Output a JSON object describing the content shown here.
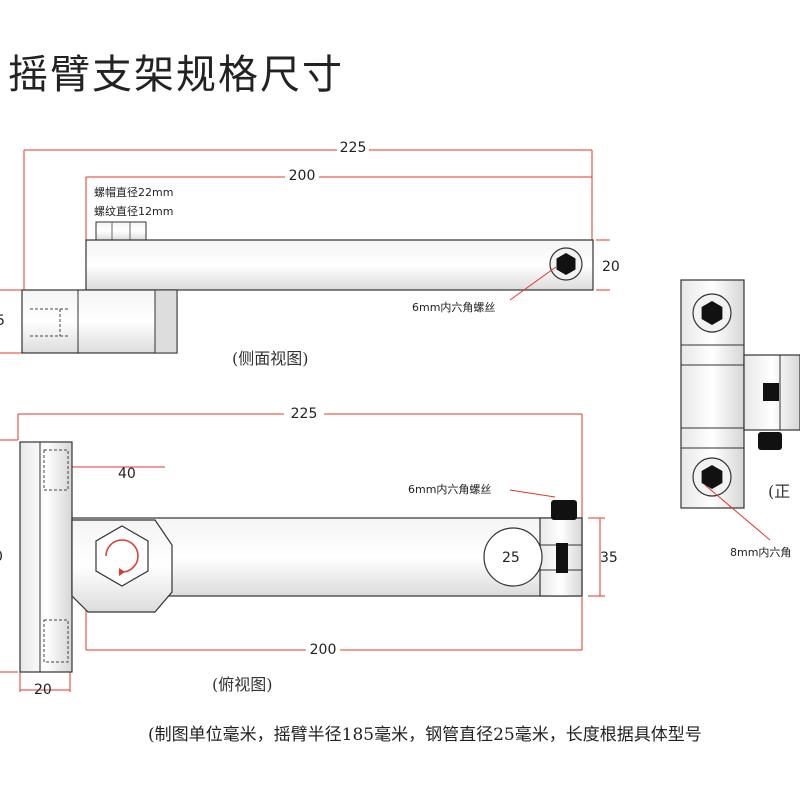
{
  "title": "摇臂支架规格尺寸",
  "side_view": {
    "caption": "(侧面视图)",
    "dim_total": "225",
    "dim_arm": "200",
    "dim_height": "20",
    "dim_left_cut": "5",
    "nut_diameter_label": "螺帽直径22mm",
    "thread_diameter_label": "螺纹直径12mm",
    "screw_label": "6mm内六角螺丝"
  },
  "top_view": {
    "caption": "(俯视图)",
    "dim_total": "225",
    "dim_arm": "200",
    "dim_block_width": "40",
    "dim_block_height": "40",
    "dim_left_height": "0",
    "dim_slot": "25",
    "dim_base_width": "20",
    "dim_clamp_diameter": "25",
    "dim_clamp_height": "35",
    "screw_label": "6mm内六角螺丝"
  },
  "front_view": {
    "caption": "(正",
    "screw_label": "8mm内六角"
  },
  "footnote": "(制图单位毫米，摇臂半径185毫米，钢管直径25毫米，长度根据具体型号"
}
